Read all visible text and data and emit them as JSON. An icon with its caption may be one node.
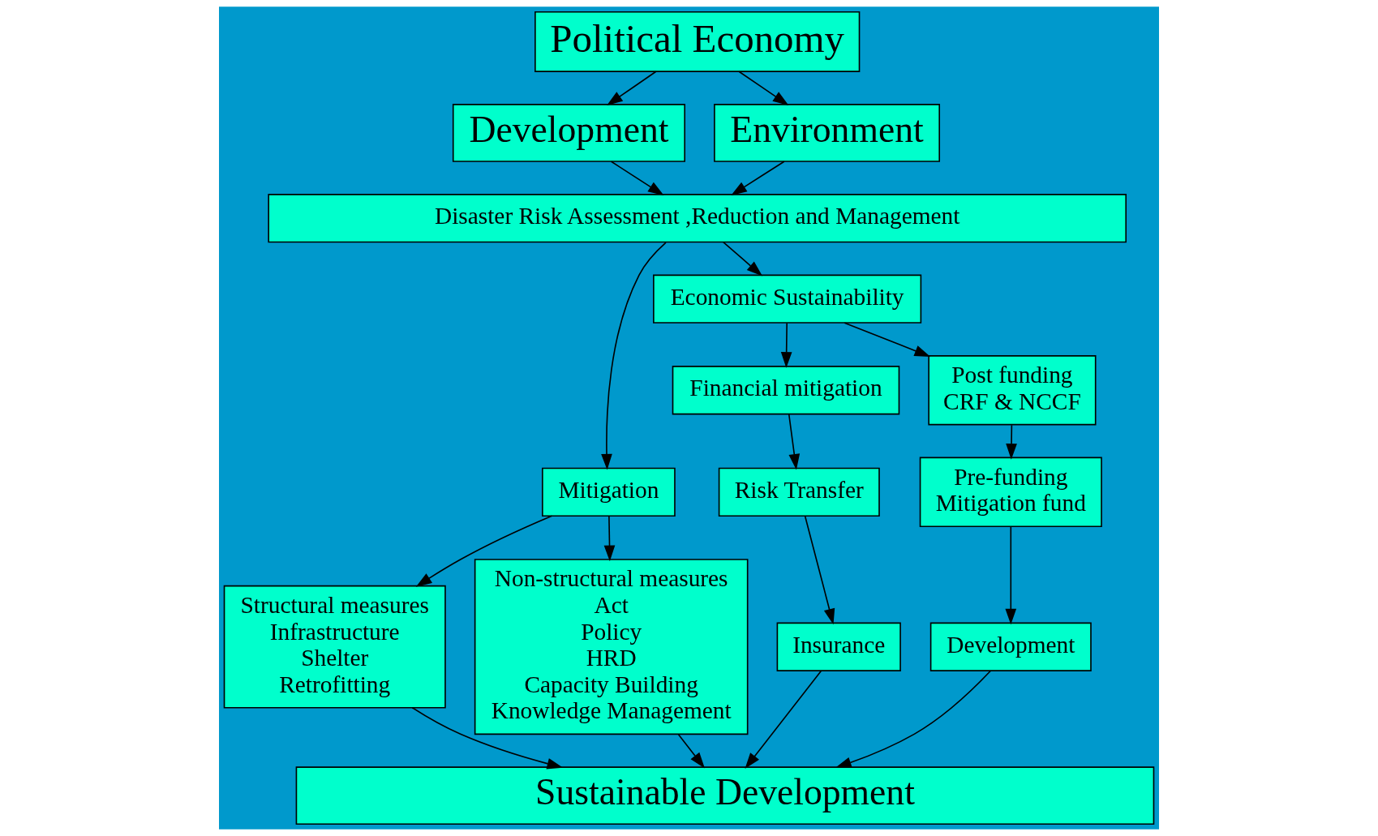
{
  "diagram": {
    "nodes": [
      {
        "text": [
          "Political Economy"
        ]
      },
      {
        "text": [
          "Development"
        ]
      },
      {
        "text": [
          "Environment"
        ]
      },
      {
        "text": [
          "Disaster Risk Assessment ,Reduction and Management"
        ]
      },
      {
        "text": [
          "Mitigation"
        ]
      },
      {
        "text": [
          "Economic Sustainability"
        ]
      },
      {
        "text": [
          "Structural measures",
          "Infrastructure",
          "Shelter",
          "Retrofitting"
        ]
      },
      {
        "text": [
          "Non-structural measures",
          "Act",
          "Policy",
          "HRD",
          "Capacity Building",
          "Knowledge Management"
        ]
      },
      {
        "text": [
          "Financial mitigation"
        ]
      },
      {
        "text": [
          "Post funding",
          "CRF & NCCF"
        ]
      },
      {
        "text": [
          "Risk Transfer"
        ]
      },
      {
        "text": [
          "Pre-funding",
          "Mitigation fund"
        ]
      },
      {
        "text": [
          "Insurance"
        ]
      },
      {
        "text": [
          "Development"
        ]
      },
      {
        "text": [
          "Sustainable Development"
        ]
      }
    ],
    "edges": [
      {
        "from": 0,
        "to": 1,
        "arrow": "to"
      },
      {
        "from": 0,
        "to": 2,
        "arrow": "to"
      },
      {
        "from": 1,
        "to": 3,
        "arrow": "to"
      },
      {
        "from": 2,
        "to": 3,
        "arrow": "to"
      },
      {
        "from": 3,
        "to": 4,
        "arrow": "to"
      },
      {
        "from": 3,
        "to": 5,
        "arrow": "to"
      },
      {
        "from": 4,
        "to": 6,
        "arrow": "to"
      },
      {
        "from": 4,
        "to": 7,
        "arrow": "to"
      },
      {
        "from": 5,
        "to": 8,
        "arrow": "to"
      },
      {
        "from": 5,
        "to": 9,
        "arrow": "to"
      },
      {
        "from": 8,
        "to": 10,
        "arrow": "to"
      },
      {
        "from": 10,
        "to": 12,
        "arrow": "to"
      },
      {
        "from": 9,
        "to": 11,
        "arrow": "to"
      },
      {
        "from": 11,
        "to": 13,
        "arrow": "to"
      },
      {
        "from": 6,
        "to": 14,
        "arrow": "to"
      },
      {
        "from": 7,
        "to": 14,
        "arrow": "to"
      },
      {
        "from": 12,
        "to": 14,
        "arrow": "to"
      },
      {
        "from": 13,
        "to": 14,
        "arrow": "to"
      }
    ]
  }
}
